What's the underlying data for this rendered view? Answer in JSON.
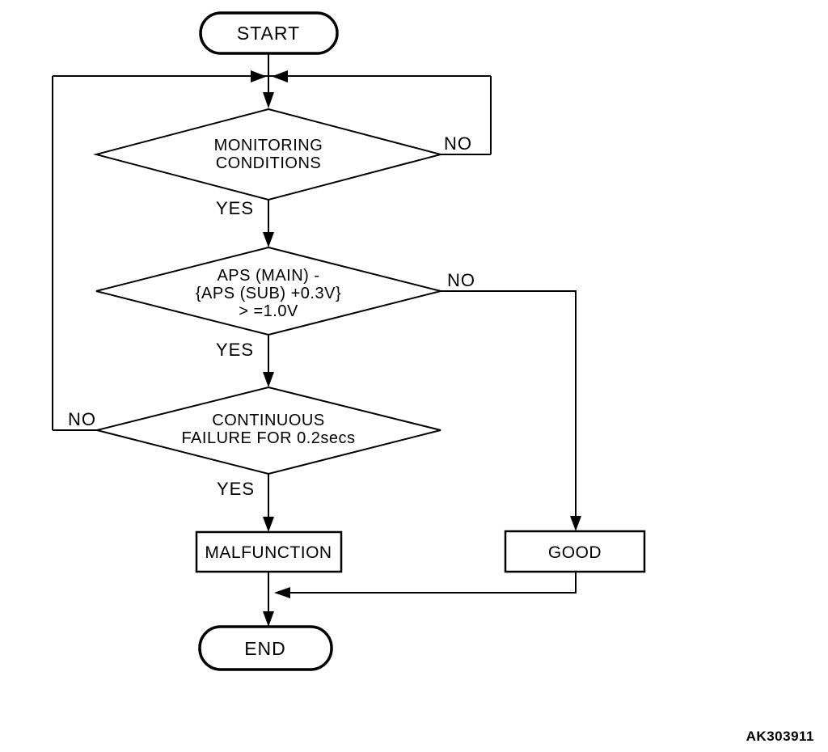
{
  "diagram": {
    "type": "flowchart",
    "code": "AK303911",
    "colors": {
      "line": "#000000",
      "background": "#ffffff",
      "text": "#000000"
    },
    "nodes": {
      "start": {
        "type": "terminator",
        "label": "START"
      },
      "monitoring": {
        "type": "decision",
        "lines": [
          "MONITORING",
          "CONDITIONS"
        ]
      },
      "aps": {
        "type": "decision",
        "lines": [
          "APS (MAIN) -",
          "{APS (SUB) +0.3V}",
          "> =1.0V"
        ]
      },
      "continuous": {
        "type": "decision",
        "lines": [
          "CONTINUOUS",
          "FAILURE FOR 0.2secs"
        ]
      },
      "malfunction": {
        "type": "process",
        "label": "MALFUNCTION"
      },
      "good": {
        "type": "process",
        "label": "GOOD"
      },
      "end": {
        "type": "terminator",
        "label": "END"
      }
    },
    "edge_labels": {
      "monitoring_no": "NO",
      "monitoring_yes": "YES",
      "aps_no": "NO",
      "aps_yes": "YES",
      "continuous_no": "NO",
      "continuous_yes": "YES"
    }
  }
}
